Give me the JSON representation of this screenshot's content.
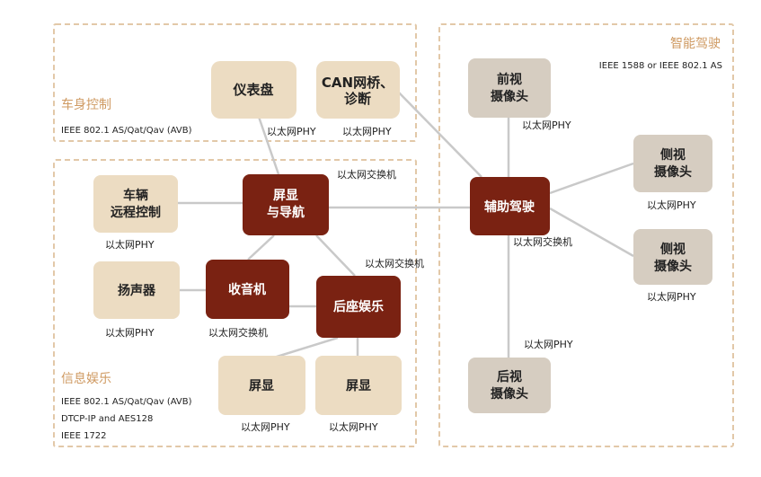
{
  "regions": {
    "body_control": {
      "title": "车身控制",
      "notes": [
        "IEEE 802.1 AS/Qat/Qav (AVB)"
      ]
    },
    "smart_driving": {
      "title": "智能驾驶",
      "notes": [
        "IEEE 1588 or IEEE 802.1 AS"
      ]
    },
    "infotainment": {
      "title": "信息娱乐",
      "notes": [
        "IEEE 802.1 AS/Qat/Qav (AVB)",
        "DTCP-IP and AES128",
        "IEEE 1722"
      ]
    }
  },
  "nodes": {
    "dashboard": {
      "lines": [
        "仪表盘"
      ],
      "caption": "以太网PHY",
      "style": "light"
    },
    "can_bridge": {
      "lines": [
        "CAN网桥、",
        "诊断"
      ],
      "caption": "以太网PHY",
      "style": "light"
    },
    "front_camera": {
      "lines": [
        "前视",
        "摄像头"
      ],
      "caption": "以太网PHY",
      "style": "gray"
    },
    "side_camera_1": {
      "lines": [
        "侧视",
        "摄像头"
      ],
      "caption": "以太网PHY",
      "style": "gray"
    },
    "side_camera_2": {
      "lines": [
        "侧视",
        "摄像头"
      ],
      "caption": "以太网PHY",
      "style": "gray"
    },
    "rear_camera": {
      "lines": [
        "后视",
        "摄像头"
      ],
      "caption": "以太网PHY",
      "style": "gray"
    },
    "adas": {
      "lines": [
        "辅助驾驶"
      ],
      "caption": "以太网交换机",
      "style": "dark"
    },
    "display_nav": {
      "lines": [
        "屏显",
        "与导航"
      ],
      "caption": "以太网交换机",
      "style": "dark"
    },
    "remote_control": {
      "lines": [
        "车辆",
        "远程控制"
      ],
      "caption": "以太网PHY",
      "style": "light"
    },
    "speaker": {
      "lines": [
        "扬声器"
      ],
      "caption": "以太网PHY",
      "style": "light"
    },
    "radio": {
      "lines": [
        "收音机"
      ],
      "caption": "以太网交换机",
      "style": "dark"
    },
    "rear_entertainment": {
      "lines": [
        "后座娱乐"
      ],
      "caption": "以太网交换机",
      "style": "dark"
    },
    "screen_1": {
      "lines": [
        "屏显"
      ],
      "caption": "以太网PHY",
      "style": "light"
    },
    "screen_2": {
      "lines": [
        "屏显"
      ],
      "caption": "以太网PHY",
      "style": "light"
    }
  },
  "colors": {
    "dark": "#7a2212",
    "light": "#ecdcc2",
    "gray": "#d6cdc1",
    "region_border": "#e2c8a8",
    "region_title": "#cf9a62",
    "link": "#c9c9c9",
    "text_dark": "#222222",
    "text_light": "#ffffff"
  }
}
